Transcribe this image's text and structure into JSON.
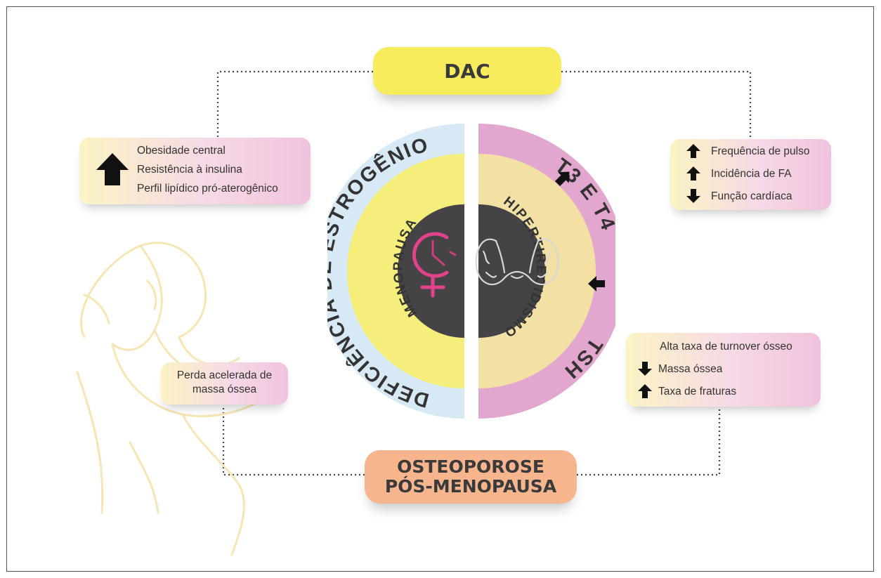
{
  "top_node": {
    "label": "DAC"
  },
  "bottom_node": {
    "line1": "OSTEOPOROSE",
    "line2": "PÓS-MENOPAUSA"
  },
  "left_top_box": {
    "items": [
      "Obesidade central",
      "Resistência à insulina",
      "Perfil lipídico pró-aterogênico"
    ],
    "indicator": "up-arrow-icon"
  },
  "right_top_box": {
    "items": [
      {
        "text": "Frequência de pulso",
        "direction": "up"
      },
      {
        "text": "Incidência de FA",
        "direction": "up"
      },
      {
        "text": "Função cardíaca",
        "direction": "down"
      }
    ]
  },
  "left_bottom_box": {
    "line1": "Perda acelerada de",
    "line2": "massa óssea"
  },
  "right_bottom_box": {
    "title": "Alta taxa de turnover ósseo",
    "items": [
      {
        "text": "Massa óssea",
        "direction": "down"
      },
      {
        "text": "Taxa de fraturas",
        "direction": "up"
      }
    ]
  },
  "circle": {
    "left_outer_label": "DEFICIÊNCIA DE ESTROGÊNIO",
    "left_inner_label": "MENOPAUSA",
    "right_outer_label_a": "T3 E T4",
    "right_outer_label_b": "TSH",
    "right_inner_label": "HIPERTIREOIDISMO",
    "left_icon": "female-clock-icon",
    "right_icon": "thyroid-icon"
  },
  "colors": {
    "yellow": "#f7ec5c",
    "peach": "#f7b58e",
    "left_outer_ring": "#d7e9f5",
    "left_inner_ring": "#f5ee7a",
    "right_outer_ring": "#e3a7cf",
    "right_inner_ring": "#f3e0a4",
    "core": "#454345",
    "venus_pink": "#e0428c"
  }
}
